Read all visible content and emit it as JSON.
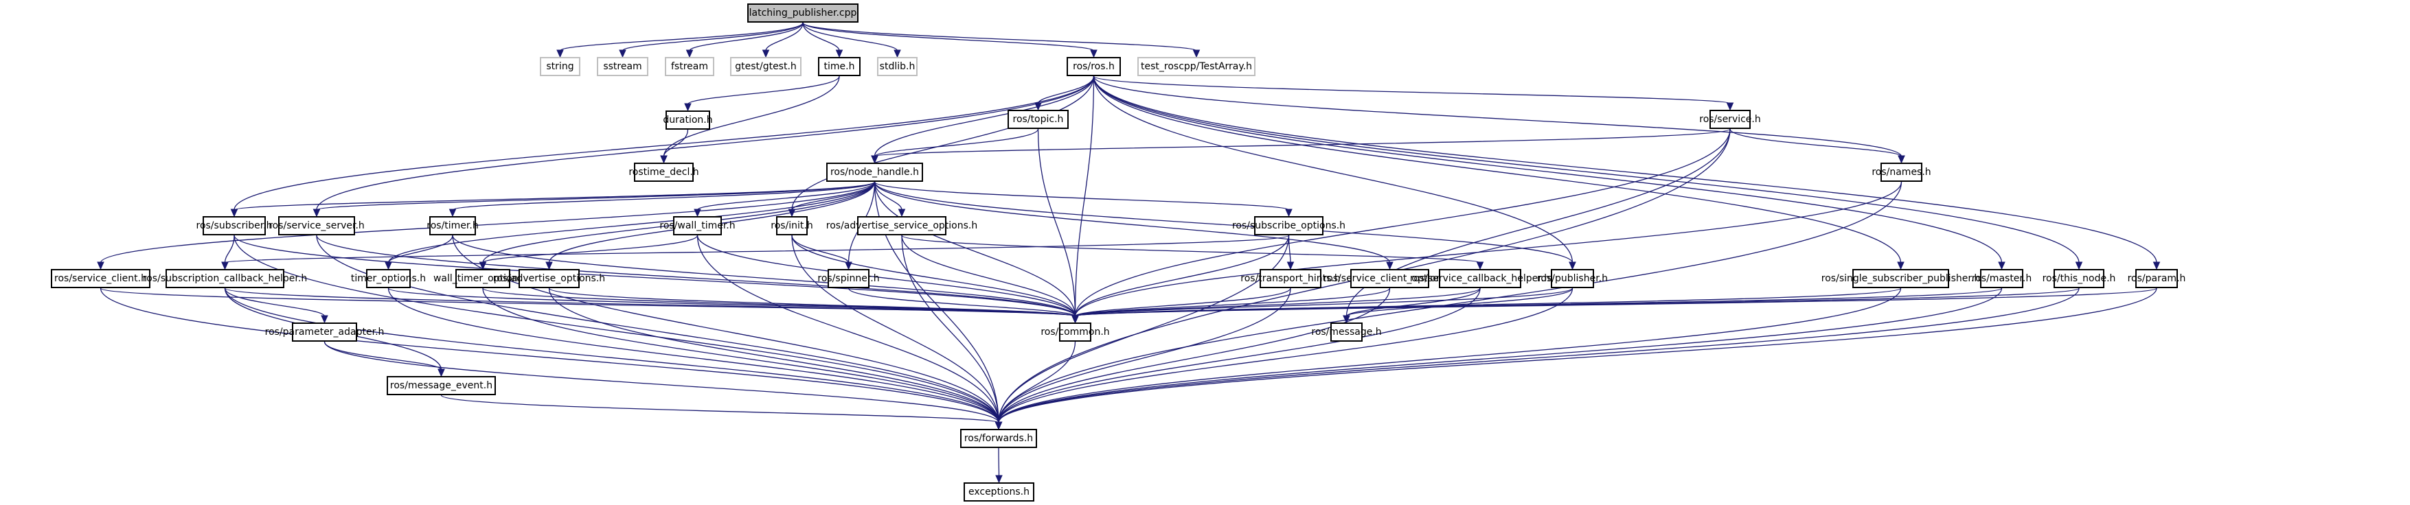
{
  "diagram": {
    "title": "latching_publisher.cpp",
    "edge_color": "#191970",
    "root_fill": "#bfbfbf",
    "nodes": [
      {
        "id": "latching_publisher.cpp",
        "label": "latching_publisher.cpp",
        "kind": "root"
      },
      {
        "id": "string",
        "label": "string",
        "kind": "external"
      },
      {
        "id": "sstream",
        "label": "sstream",
        "kind": "external"
      },
      {
        "id": "fstream",
        "label": "fstream",
        "kind": "external"
      },
      {
        "id": "gtest/gtest.h",
        "label": "gtest/gtest.h",
        "kind": "external"
      },
      {
        "id": "time.h",
        "label": "time.h",
        "kind": "file"
      },
      {
        "id": "stdlib.h",
        "label": "stdlib.h",
        "kind": "external"
      },
      {
        "id": "ros/ros.h",
        "label": "ros/ros.h",
        "kind": "file"
      },
      {
        "id": "test_roscpp/TestArray.h",
        "label": "test_roscpp/TestArray.h",
        "kind": "external"
      },
      {
        "id": "duration.h",
        "label": "duration.h",
        "kind": "file"
      },
      {
        "id": "rostime_decl.h",
        "label": "rostime_decl.h",
        "kind": "file"
      },
      {
        "id": "ros/topic.h",
        "label": "ros/topic.h",
        "kind": "file"
      },
      {
        "id": "ros/node_handle.h",
        "label": "ros/node_handle.h",
        "kind": "file"
      },
      {
        "id": "ros/service.h",
        "label": "ros/service.h",
        "kind": "file"
      },
      {
        "id": "ros/names.h",
        "label": "ros/names.h",
        "kind": "file"
      },
      {
        "id": "ros/subscriber.h",
        "label": "ros/subscriber.h",
        "kind": "file"
      },
      {
        "id": "ros/service_server.h",
        "label": "ros/service_server.h",
        "kind": "file"
      },
      {
        "id": "ros/timer.h",
        "label": "ros/timer.h",
        "kind": "file"
      },
      {
        "id": "ros/wall_timer.h",
        "label": "ros/wall_timer.h",
        "kind": "file"
      },
      {
        "id": "ros/init.h",
        "label": "ros/init.h",
        "kind": "file"
      },
      {
        "id": "ros/advertise_service_options.h",
        "label": "ros/advertise_service_options.h",
        "kind": "file"
      },
      {
        "id": "ros/subscribe_options.h",
        "label": "ros/subscribe_options.h",
        "kind": "file"
      },
      {
        "id": "ros/service_client.h",
        "label": "ros/service_client.h",
        "kind": "file"
      },
      {
        "id": "ros/subscription_callback_helper.h",
        "label": "ros/subscription_callback_helper.h",
        "kind": "file"
      },
      {
        "id": "timer_options.h",
        "label": "timer_options.h",
        "kind": "file"
      },
      {
        "id": "wall_timer_options.h",
        "label": "wall_timer_options.h",
        "kind": "file"
      },
      {
        "id": "ros/advertise_options.h",
        "label": "ros/advertise_options.h",
        "kind": "file"
      },
      {
        "id": "ros/spinner.h",
        "label": "ros/spinner.h",
        "kind": "file"
      },
      {
        "id": "ros/transport_hints.h",
        "label": "ros/transport_hints.h",
        "kind": "file"
      },
      {
        "id": "ros/service_client_options.h",
        "label": "ros/service_client_options.h",
        "kind": "file"
      },
      {
        "id": "ros/service_callback_helper.h",
        "label": "ros/service_callback_helper.h",
        "kind": "file"
      },
      {
        "id": "ros/publisher.h",
        "label": "ros/publisher.h",
        "kind": "file"
      },
      {
        "id": "ros/single_subscriber_publisher.h",
        "label": "ros/single_subscriber_publisher.h",
        "kind": "file"
      },
      {
        "id": "ros/master.h",
        "label": "ros/master.h",
        "kind": "file"
      },
      {
        "id": "ros/this_node.h",
        "label": "ros/this_node.h",
        "kind": "file"
      },
      {
        "id": "ros/param.h",
        "label": "ros/param.h",
        "kind": "file"
      },
      {
        "id": "ros/parameter_adapter.h",
        "label": "ros/parameter_adapter.h",
        "kind": "file"
      },
      {
        "id": "ros/common.h",
        "label": "ros/common.h",
        "kind": "file"
      },
      {
        "id": "ros/message.h",
        "label": "ros/message.h",
        "kind": "file"
      },
      {
        "id": "ros/message_event.h",
        "label": "ros/message_event.h",
        "kind": "file"
      },
      {
        "id": "ros/forwards.h",
        "label": "ros/forwards.h",
        "kind": "file"
      },
      {
        "id": "exceptions.h",
        "label": "exceptions.h",
        "kind": "file"
      }
    ],
    "edges": [
      [
        "latching_publisher.cpp",
        "string"
      ],
      [
        "latching_publisher.cpp",
        "sstream"
      ],
      [
        "latching_publisher.cpp",
        "fstream"
      ],
      [
        "latching_publisher.cpp",
        "gtest/gtest.h"
      ],
      [
        "latching_publisher.cpp",
        "time.h"
      ],
      [
        "latching_publisher.cpp",
        "stdlib.h"
      ],
      [
        "latching_publisher.cpp",
        "ros/ros.h"
      ],
      [
        "latching_publisher.cpp",
        "test_roscpp/TestArray.h"
      ],
      [
        "time.h",
        "duration.h"
      ],
      [
        "time.h",
        "rostime_decl.h"
      ],
      [
        "duration.h",
        "rostime_decl.h"
      ],
      [
        "ros/ros.h",
        "ros/topic.h"
      ],
      [
        "ros/ros.h",
        "ros/node_handle.h"
      ],
      [
        "ros/ros.h",
        "ros/service.h"
      ],
      [
        "ros/ros.h",
        "ros/names.h"
      ],
      [
        "ros/ros.h",
        "ros/subscriber.h"
      ],
      [
        "ros/ros.h",
        "ros/service_server.h"
      ],
      [
        "ros/ros.h",
        "ros/init.h"
      ],
      [
        "ros/ros.h",
        "ros/publisher.h"
      ],
      [
        "ros/ros.h",
        "ros/single_subscriber_publisher.h"
      ],
      [
        "ros/ros.h",
        "ros/master.h"
      ],
      [
        "ros/ros.h",
        "ros/this_node.h"
      ],
      [
        "ros/ros.h",
        "ros/param.h"
      ],
      [
        "ros/ros.h",
        "ros/common.h"
      ],
      [
        "ros/topic.h",
        "ros/node_handle.h"
      ],
      [
        "ros/topic.h",
        "ros/common.h"
      ],
      [
        "ros/service.h",
        "ros/node_handle.h"
      ],
      [
        "ros/service.h",
        "ros/names.h"
      ],
      [
        "ros/service.h",
        "ros/common.h"
      ],
      [
        "ros/service.h",
        "ros/message.h"
      ],
      [
        "ros/service.h",
        "ros/forwards.h"
      ],
      [
        "ros/names.h",
        "ros/common.h"
      ],
      [
        "ros/names.h",
        "ros/forwards.h"
      ],
      [
        "ros/node_handle.h",
        "ros/subscriber.h"
      ],
      [
        "ros/node_handle.h",
        "ros/service_server.h"
      ],
      [
        "ros/node_handle.h",
        "ros/timer.h"
      ],
      [
        "ros/node_handle.h",
        "ros/wall_timer.h"
      ],
      [
        "ros/node_handle.h",
        "ros/init.h"
      ],
      [
        "ros/node_handle.h",
        "ros/advertise_service_options.h"
      ],
      [
        "ros/node_handle.h",
        "ros/subscribe_options.h"
      ],
      [
        "ros/node_handle.h",
        "ros/service_client.h"
      ],
      [
        "ros/node_handle.h",
        "timer_options.h"
      ],
      [
        "ros/node_handle.h",
        "wall_timer_options.h"
      ],
      [
        "ros/node_handle.h",
        "ros/advertise_options.h"
      ],
      [
        "ros/node_handle.h",
        "ros/spinner.h"
      ],
      [
        "ros/node_handle.h",
        "ros/service_client_options.h"
      ],
      [
        "ros/node_handle.h",
        "ros/publisher.h"
      ],
      [
        "ros/node_handle.h",
        "ros/common.h"
      ],
      [
        "ros/node_handle.h",
        "ros/forwards.h"
      ],
      [
        "ros/subscriber.h",
        "ros/subscription_callback_helper.h"
      ],
      [
        "ros/subscriber.h",
        "ros/common.h"
      ],
      [
        "ros/subscriber.h",
        "ros/forwards.h"
      ],
      [
        "ros/service_server.h",
        "ros/common.h"
      ],
      [
        "ros/service_server.h",
        "ros/forwards.h"
      ],
      [
        "ros/timer.h",
        "timer_options.h"
      ],
      [
        "ros/timer.h",
        "ros/common.h"
      ],
      [
        "ros/timer.h",
        "ros/forwards.h"
      ],
      [
        "ros/wall_timer.h",
        "wall_timer_options.h"
      ],
      [
        "ros/wall_timer.h",
        "ros/common.h"
      ],
      [
        "ros/wall_timer.h",
        "ros/forwards.h"
      ],
      [
        "ros/init.h",
        "ros/spinner.h"
      ],
      [
        "ros/init.h",
        "ros/common.h"
      ],
      [
        "ros/init.h",
        "ros/forwards.h"
      ],
      [
        "ros/advertise_service_options.h",
        "ros/service_callback_helper.h"
      ],
      [
        "ros/advertise_service_options.h",
        "ros/common.h"
      ],
      [
        "ros/advertise_service_options.h",
        "ros/forwards.h"
      ],
      [
        "ros/subscribe_options.h",
        "ros/transport_hints.h"
      ],
      [
        "ros/subscribe_options.h",
        "ros/subscription_callback_helper.h"
      ],
      [
        "ros/subscribe_options.h",
        "ros/common.h"
      ],
      [
        "ros/subscribe_options.h",
        "ros/forwards.h"
      ],
      [
        "ros/service_client.h",
        "ros/common.h"
      ],
      [
        "ros/service_client.h",
        "ros/forwards.h"
      ],
      [
        "ros/subscription_callback_helper.h",
        "ros/parameter_adapter.h"
      ],
      [
        "ros/subscription_callback_helper.h",
        "ros/message_event.h"
      ],
      [
        "ros/subscription_callback_helper.h",
        "ros/common.h"
      ],
      [
        "ros/subscription_callback_helper.h",
        "ros/forwards.h"
      ],
      [
        "timer_options.h",
        "ros/common.h"
      ],
      [
        "timer_options.h",
        "ros/forwards.h"
      ],
      [
        "wall_timer_options.h",
        "ros/common.h"
      ],
      [
        "wall_timer_options.h",
        "ros/forwards.h"
      ],
      [
        "ros/advertise_options.h",
        "ros/common.h"
      ],
      [
        "ros/advertise_options.h",
        "ros/forwards.h"
      ],
      [
        "ros/spinner.h",
        "ros/common.h"
      ],
      [
        "ros/transport_hints.h",
        "ros/common.h"
      ],
      [
        "ros/transport_hints.h",
        "ros/forwards.h"
      ],
      [
        "ros/service_client_options.h",
        "ros/common.h"
      ],
      [
        "ros/service_client_options.h",
        "ros/forwards.h"
      ],
      [
        "ros/service_callback_helper.h",
        "ros/common.h"
      ],
      [
        "ros/service_callback_helper.h",
        "ros/message.h"
      ],
      [
        "ros/service_callback_helper.h",
        "ros/forwards.h"
      ],
      [
        "ros/publisher.h",
        "ros/message.h"
      ],
      [
        "ros/publisher.h",
        "ros/common.h"
      ],
      [
        "ros/publisher.h",
        "ros/forwards.h"
      ],
      [
        "ros/single_subscriber_publisher.h",
        "ros/common.h"
      ],
      [
        "ros/single_subscriber_publisher.h",
        "ros/forwards.h"
      ],
      [
        "ros/master.h",
        "ros/common.h"
      ],
      [
        "ros/master.h",
        "ros/forwards.h"
      ],
      [
        "ros/this_node.h",
        "ros/common.h"
      ],
      [
        "ros/this_node.h",
        "ros/forwards.h"
      ],
      [
        "ros/param.h",
        "ros/common.h"
      ],
      [
        "ros/param.h",
        "ros/forwards.h"
      ],
      [
        "ros/parameter_adapter.h",
        "ros/message_event.h"
      ],
      [
        "ros/parameter_adapter.h",
        "ros/forwards.h"
      ],
      [
        "ros/message_event.h",
        "ros/forwards.h"
      ],
      [
        "ros/common.h",
        "ros/forwards.h"
      ],
      [
        "ros/forwards.h",
        "exceptions.h"
      ]
    ]
  }
}
